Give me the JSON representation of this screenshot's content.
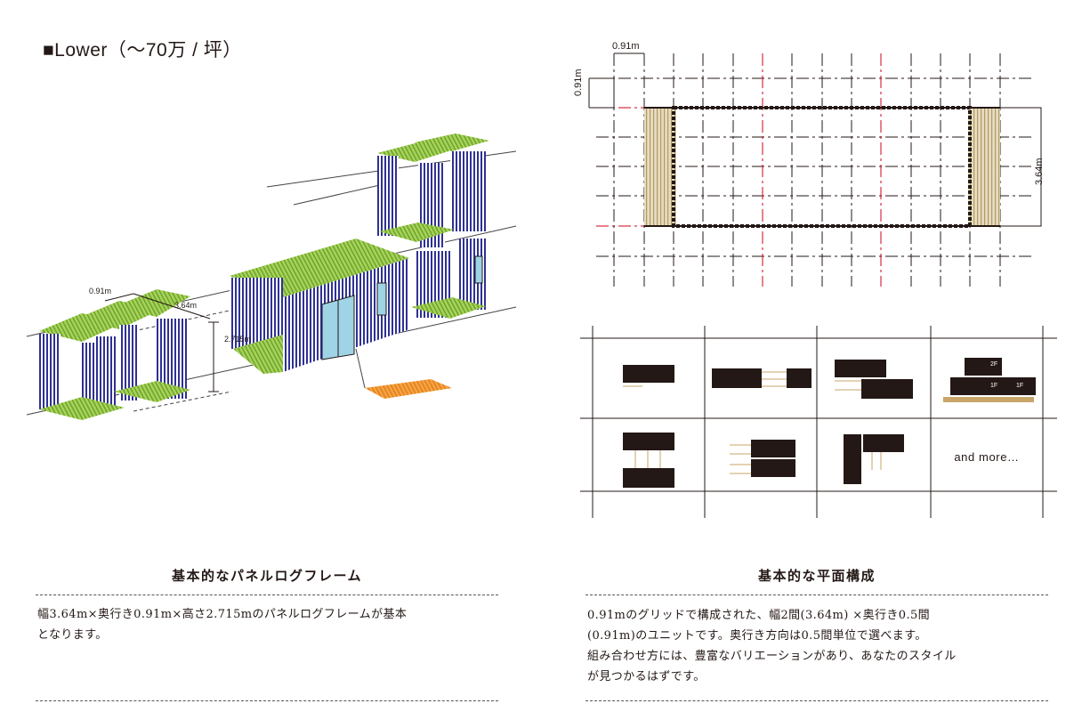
{
  "heading": "■Lower（～70万 / 坪）",
  "left_diagram": {
    "label_width": "0.91m",
    "label_depth": "3.64m",
    "label_height": "2.715m"
  },
  "plan_diagram": {
    "label_top": "0.91m",
    "label_left": "0.91m",
    "label_right": "3.64m"
  },
  "configs": {
    "floor_2f": "2F",
    "floor_1f_a": "1F",
    "floor_1f_b": "1F",
    "more": "and more…"
  },
  "left_section": {
    "title": "基本的なパネルログフレーム",
    "text_line1": "幅3.64m×奥行き0.91m×高さ2.715mのパネルログフレームが基本",
    "text_line2": "となります。"
  },
  "right_section": {
    "title": "基本的な平面構成",
    "text_line1": "0.91mのグリッドで構成された、幅2間(3.64m) ×奥行き0.5間",
    "text_line2": "(0.91m)のユニットです。奥行き方向は0.5間単位で選べます。",
    "text_line3": "組み合わせ方には、豊富なバリエーションがあり、あなたのスタイル",
    "text_line4": "が見つかるはずです。"
  },
  "colors": {
    "dark": "#231815",
    "green": "#8dc63f",
    "blue": "#2e3192",
    "glass": "#9fd3e6",
    "orange": "#f7a341",
    "wood": "#c8a66a",
    "red_grid": "#d0021b"
  }
}
